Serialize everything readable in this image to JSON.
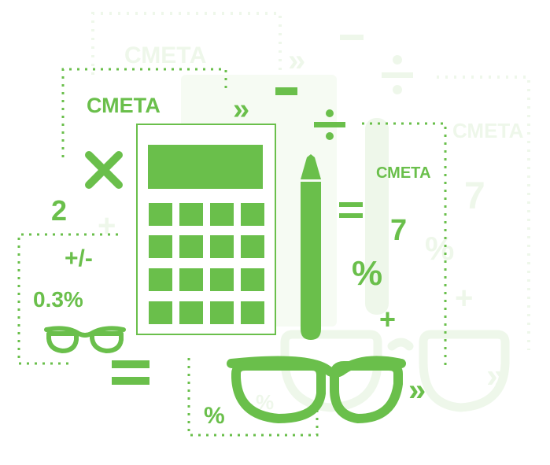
{
  "colors": {
    "primary": "#6abf4b",
    "faint": "#eef7ea",
    "white": "#ffffff"
  },
  "labels": {
    "smeta_left": "СМЕТА",
    "smeta_right": "СМЕТА",
    "smeta_bg_left": "СМЕТА",
    "smeta_bg_right": "СМЕТА",
    "num_two": "2",
    "num_seven": "7",
    "num_seven_bg": "7",
    "plus_minus": "+/-",
    "percent_value": "0.3%",
    "percent_main": "%",
    "percent_bottom": "%",
    "percent_bg": "%",
    "percent_bg_bottom": "%",
    "plus": "+",
    "plus_bg": "+",
    "plus_bg_left": "+",
    "chevrons_top": "»",
    "chevrons_bottom": "»",
    "chevrons_bg_top": "»",
    "chevrons_bg_right": "»"
  },
  "icons": [
    "calculator-icon",
    "pencil-icon",
    "glasses-icon",
    "multiply-icon",
    "minus-icon",
    "divide-icon",
    "equals-icon"
  ]
}
